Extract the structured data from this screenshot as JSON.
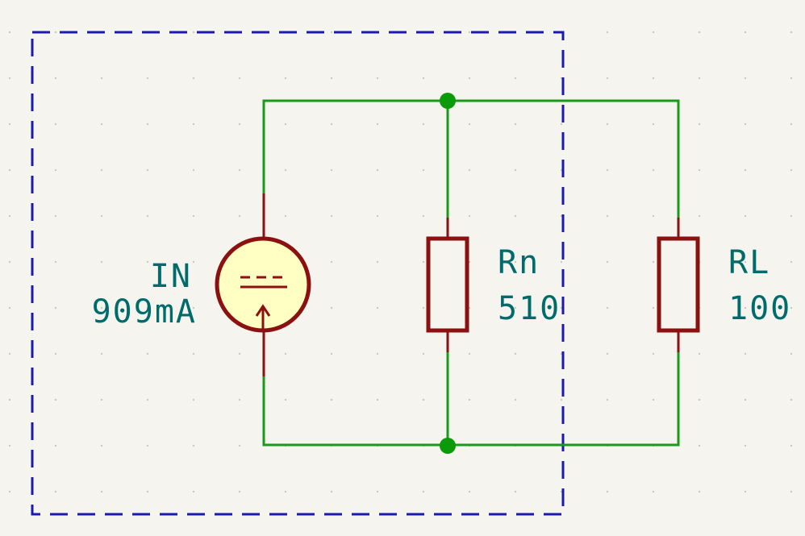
{
  "colors": {
    "background": "#f5f4ef",
    "wire": "#1a9a1a",
    "junction": "#0a9a0a",
    "component_outline": "#8b1010",
    "source_fill": "#ffffc4",
    "label": "#006b6b",
    "boundary": "#1a1ab0",
    "grid_dot": "#c8c8c0"
  },
  "components": {
    "source": {
      "ref": "IN",
      "value": "909mA",
      "symbol": "dc-current-source"
    },
    "rn": {
      "ref": "Rn",
      "value": "510",
      "symbol": "resistor"
    },
    "rl": {
      "ref": "RL",
      "value": "100",
      "symbol": "resistor"
    }
  }
}
